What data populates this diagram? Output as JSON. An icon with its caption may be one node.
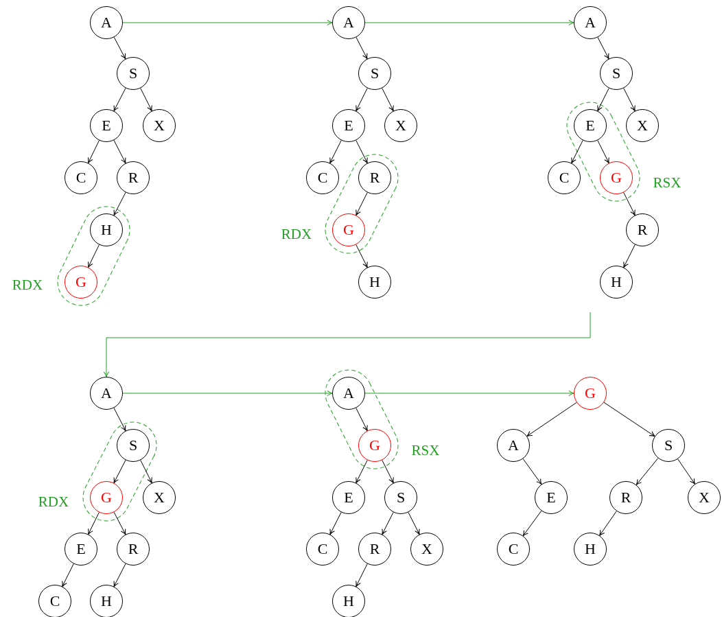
{
  "diagram": {
    "nodes": [
      {
        "text": [
          "A"
        ]
      },
      {
        "text": [
          "S"
        ]
      },
      {
        "text": [
          "E"
        ]
      },
      {
        "text": [
          "X"
        ]
      },
      {
        "text": [
          "C"
        ]
      },
      {
        "text": [
          "R"
        ]
      },
      {
        "text": [
          "H"
        ]
      },
      {
        "text": [
          "G"
        ]
      },
      {
        "text": [
          "A"
        ]
      },
      {
        "text": [
          "S"
        ]
      },
      {
        "text": [
          "E"
        ]
      },
      {
        "text": [
          "X"
        ]
      },
      {
        "text": [
          "C"
        ]
      },
      {
        "text": [
          "R"
        ]
      },
      {
        "text": [
          "G"
        ]
      },
      {
        "text": [
          "H"
        ]
      },
      {
        "text": [
          "A"
        ]
      },
      {
        "text": [
          "S"
        ]
      },
      {
        "text": [
          "E"
        ]
      },
      {
        "text": [
          "X"
        ]
      },
      {
        "text": [
          "C"
        ]
      },
      {
        "text": [
          "G"
        ]
      },
      {
        "text": [
          "R"
        ]
      },
      {
        "text": [
          "H"
        ]
      },
      {
        "text": [
          "A"
        ]
      },
      {
        "text": [
          "S"
        ]
      },
      {
        "text": [
          "G"
        ]
      },
      {
        "text": [
          "X"
        ]
      },
      {
        "text": [
          "E"
        ]
      },
      {
        "text": [
          "R"
        ]
      },
      {
        "text": [
          "C"
        ]
      },
      {
        "text": [
          "H"
        ]
      },
      {
        "text": [
          "A"
        ]
      },
      {
        "text": [
          "G"
        ]
      },
      {
        "text": [
          "E"
        ]
      },
      {
        "text": [
          "S"
        ]
      },
      {
        "text": [
          "C"
        ]
      },
      {
        "text": [
          "R"
        ]
      },
      {
        "text": [
          "X"
        ]
      },
      {
        "text": [
          "H"
        ]
      },
      {
        "text": [
          "G"
        ]
      },
      {
        "text": [
          "A"
        ]
      },
      {
        "text": [
          "S"
        ]
      },
      {
        "text": [
          "E"
        ]
      },
      {
        "text": [
          "R"
        ]
      },
      {
        "text": [
          "X"
        ]
      },
      {
        "text": [
          "C"
        ]
      },
      {
        "text": [
          "H"
        ]
      }
    ],
    "edges": [
      {
        "from": 0,
        "to": 1,
        "arrow": "to"
      },
      {
        "from": 1,
        "to": 2,
        "arrow": "to"
      },
      {
        "from": 1,
        "to": 3,
        "arrow": "to"
      },
      {
        "from": 2,
        "to": 4,
        "arrow": "to"
      },
      {
        "from": 2,
        "to": 5,
        "arrow": "to"
      },
      {
        "from": 5,
        "to": 6,
        "arrow": "to"
      },
      {
        "from": 6,
        "to": 7,
        "arrow": "to"
      },
      {
        "from": 8,
        "to": 9,
        "arrow": "to"
      },
      {
        "from": 9,
        "to": 10,
        "arrow": "to"
      },
      {
        "from": 9,
        "to": 11,
        "arrow": "to"
      },
      {
        "from": 10,
        "to": 12,
        "arrow": "to"
      },
      {
        "from": 10,
        "to": 13,
        "arrow": "to"
      },
      {
        "from": 13,
        "to": 14,
        "arrow": "to"
      },
      {
        "from": 14,
        "to": 15,
        "arrow": "to"
      },
      {
        "from": 16,
        "to": 17,
        "arrow": "to"
      },
      {
        "from": 17,
        "to": 18,
        "arrow": "to"
      },
      {
        "from": 17,
        "to": 19,
        "arrow": "to"
      },
      {
        "from": 18,
        "to": 20,
        "arrow": "to"
      },
      {
        "from": 18,
        "to": 21,
        "arrow": "to"
      },
      {
        "from": 21,
        "to": 22,
        "arrow": "to"
      },
      {
        "from": 22,
        "to": 23,
        "arrow": "to"
      },
      {
        "from": 24,
        "to": 25,
        "arrow": "to"
      },
      {
        "from": 25,
        "to": 26,
        "arrow": "to"
      },
      {
        "from": 25,
        "to": 27,
        "arrow": "to"
      },
      {
        "from": 26,
        "to": 28,
        "arrow": "to"
      },
      {
        "from": 26,
        "to": 29,
        "arrow": "to"
      },
      {
        "from": 28,
        "to": 30,
        "arrow": "to"
      },
      {
        "from": 29,
        "to": 31,
        "arrow": "to"
      },
      {
        "from": 32,
        "to": 33,
        "arrow": "to"
      },
      {
        "from": 33,
        "to": 34,
        "arrow": "to"
      },
      {
        "from": 33,
        "to": 35,
        "arrow": "to"
      },
      {
        "from": 34,
        "to": 36,
        "arrow": "to"
      },
      {
        "from": 35,
        "to": 37,
        "arrow": "to"
      },
      {
        "from": 35,
        "to": 38,
        "arrow": "to"
      },
      {
        "from": 37,
        "to": 39,
        "arrow": "to"
      },
      {
        "from": 40,
        "to": 41,
        "arrow": "to"
      },
      {
        "from": 40,
        "to": 42,
        "arrow": "to"
      },
      {
        "from": 41,
        "to": 43,
        "arrow": "to"
      },
      {
        "from": 42,
        "to": 44,
        "arrow": "to"
      },
      {
        "from": 42,
        "to": 45,
        "arrow": "to"
      },
      {
        "from": 43,
        "to": 46,
        "arrow": "to"
      },
      {
        "from": 44,
        "to": 47,
        "arrow": "to"
      },
      {
        "from": 0,
        "to": 8,
        "arrow": "to",
        "color": "#22a022"
      },
      {
        "from": 8,
        "to": 16,
        "arrow": "to",
        "color": "#22a022"
      },
      {
        "from": null,
        "to": 24,
        "arrow": "to",
        "color": "#22a022"
      },
      {
        "from": 24,
        "to": 32,
        "arrow": "to",
        "color": "#22a022"
      },
      {
        "from": 32,
        "to": 40,
        "arrow": "to",
        "color": "#22a022"
      }
    ],
    "labels": [
      "RDX",
      "RDX",
      "RSX",
      "RDX",
      "RSX"
    ]
  }
}
